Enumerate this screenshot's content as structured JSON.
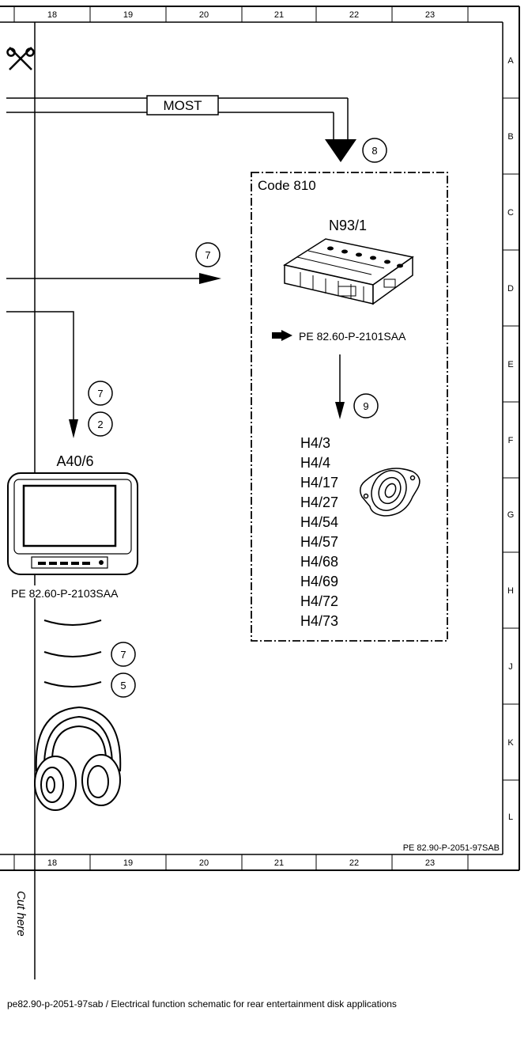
{
  "sheet": {
    "column_numbers": [
      "18",
      "19",
      "20",
      "21",
      "22",
      "23"
    ],
    "row_letters": [
      "A",
      "B",
      "C",
      "D",
      "E",
      "F",
      "G",
      "H",
      "J",
      "K",
      "L"
    ],
    "sheet_id": "PE 82.90-P-2051-97SAB",
    "cut_label": "Cut here",
    "caption": "pe82.90-p-2051-97sab / Electrical function schematic for rear entertainment disk applications"
  },
  "bus": {
    "label": "MOST"
  },
  "code_box": {
    "label": "Code 810"
  },
  "components": {
    "n93": {
      "id": "N93/1",
      "ref": "PE 82.60-P-2101SAA"
    },
    "a40": {
      "id": "A40/6",
      "ref": "PE 82.60-P-2103SAA"
    },
    "speakers": [
      "H4/3",
      "H4/4",
      "H4/17",
      "H4/27",
      "H4/54",
      "H4/57",
      "H4/68",
      "H4/69",
      "H4/72",
      "H4/73"
    ]
  },
  "callouts": {
    "c8": "8",
    "c7_mid": "7",
    "c9": "9",
    "c7_a40": "7",
    "c2_a40": "2",
    "c7_head": "7",
    "c5_head": "5"
  }
}
